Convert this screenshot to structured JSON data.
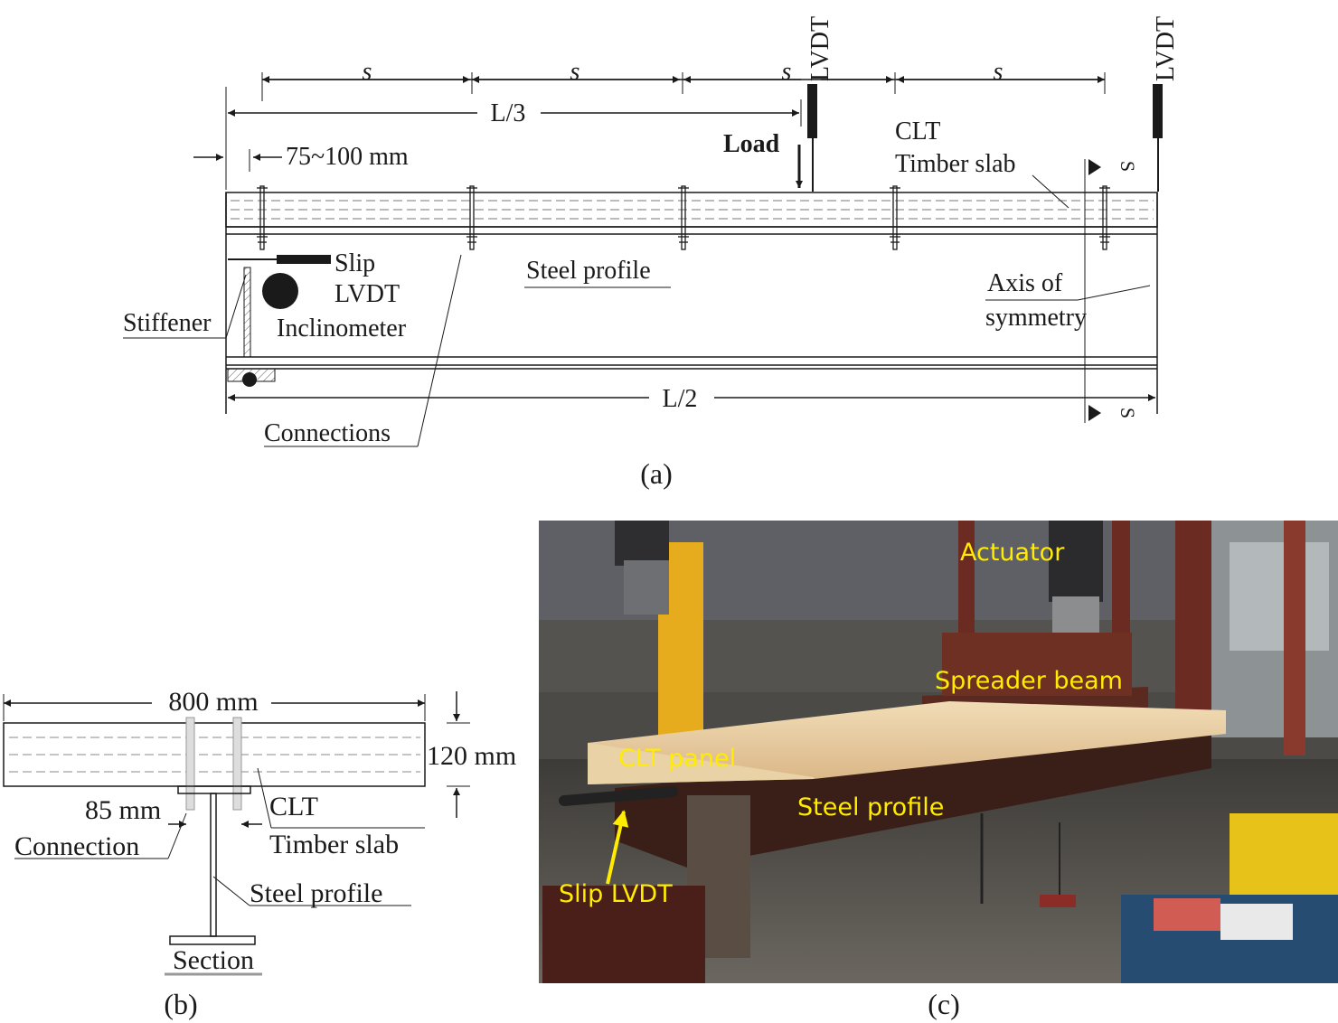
{
  "figure_a": {
    "caption": "(a)",
    "spacing": [
      "s",
      "s",
      "s",
      "s"
    ],
    "span_third": "L/3",
    "span_half": "L/2",
    "edge_distance": "75~100 mm",
    "load": "Load",
    "lvdt_1": "LVDT",
    "lvdt_2": "LVDT",
    "clt": "CLT",
    "timber_slab": "Timber slab",
    "section_mark_top": "S",
    "section_mark_bottom": "S",
    "slip": "Slip",
    "lvdt_slip": "LVDT",
    "inclinometer": "Inclinometer",
    "stiffener": "Stiffener",
    "steel_profile": "Steel profile",
    "axis_of": "Axis of",
    "symmetry": "symmetry",
    "connections": "Connections"
  },
  "figure_b": {
    "caption": "(b)",
    "width": "800 mm",
    "height": "120 mm",
    "offset": "85 mm",
    "connection": "Connection",
    "clt": "CLT",
    "timber_slab": "Timber slab",
    "steel_profile": "Steel profile",
    "section": "Section"
  },
  "figure_c": {
    "caption": "(c)",
    "actuator": "Actuator",
    "spreader_beam": "Spreader beam",
    "clt_panel": "CLT panel",
    "steel_profile": "Steel profile",
    "slip_lvdt": "Slip LVDT"
  },
  "colors": {
    "label_yellow": "#ffec00",
    "line": "#1a1a1a"
  }
}
